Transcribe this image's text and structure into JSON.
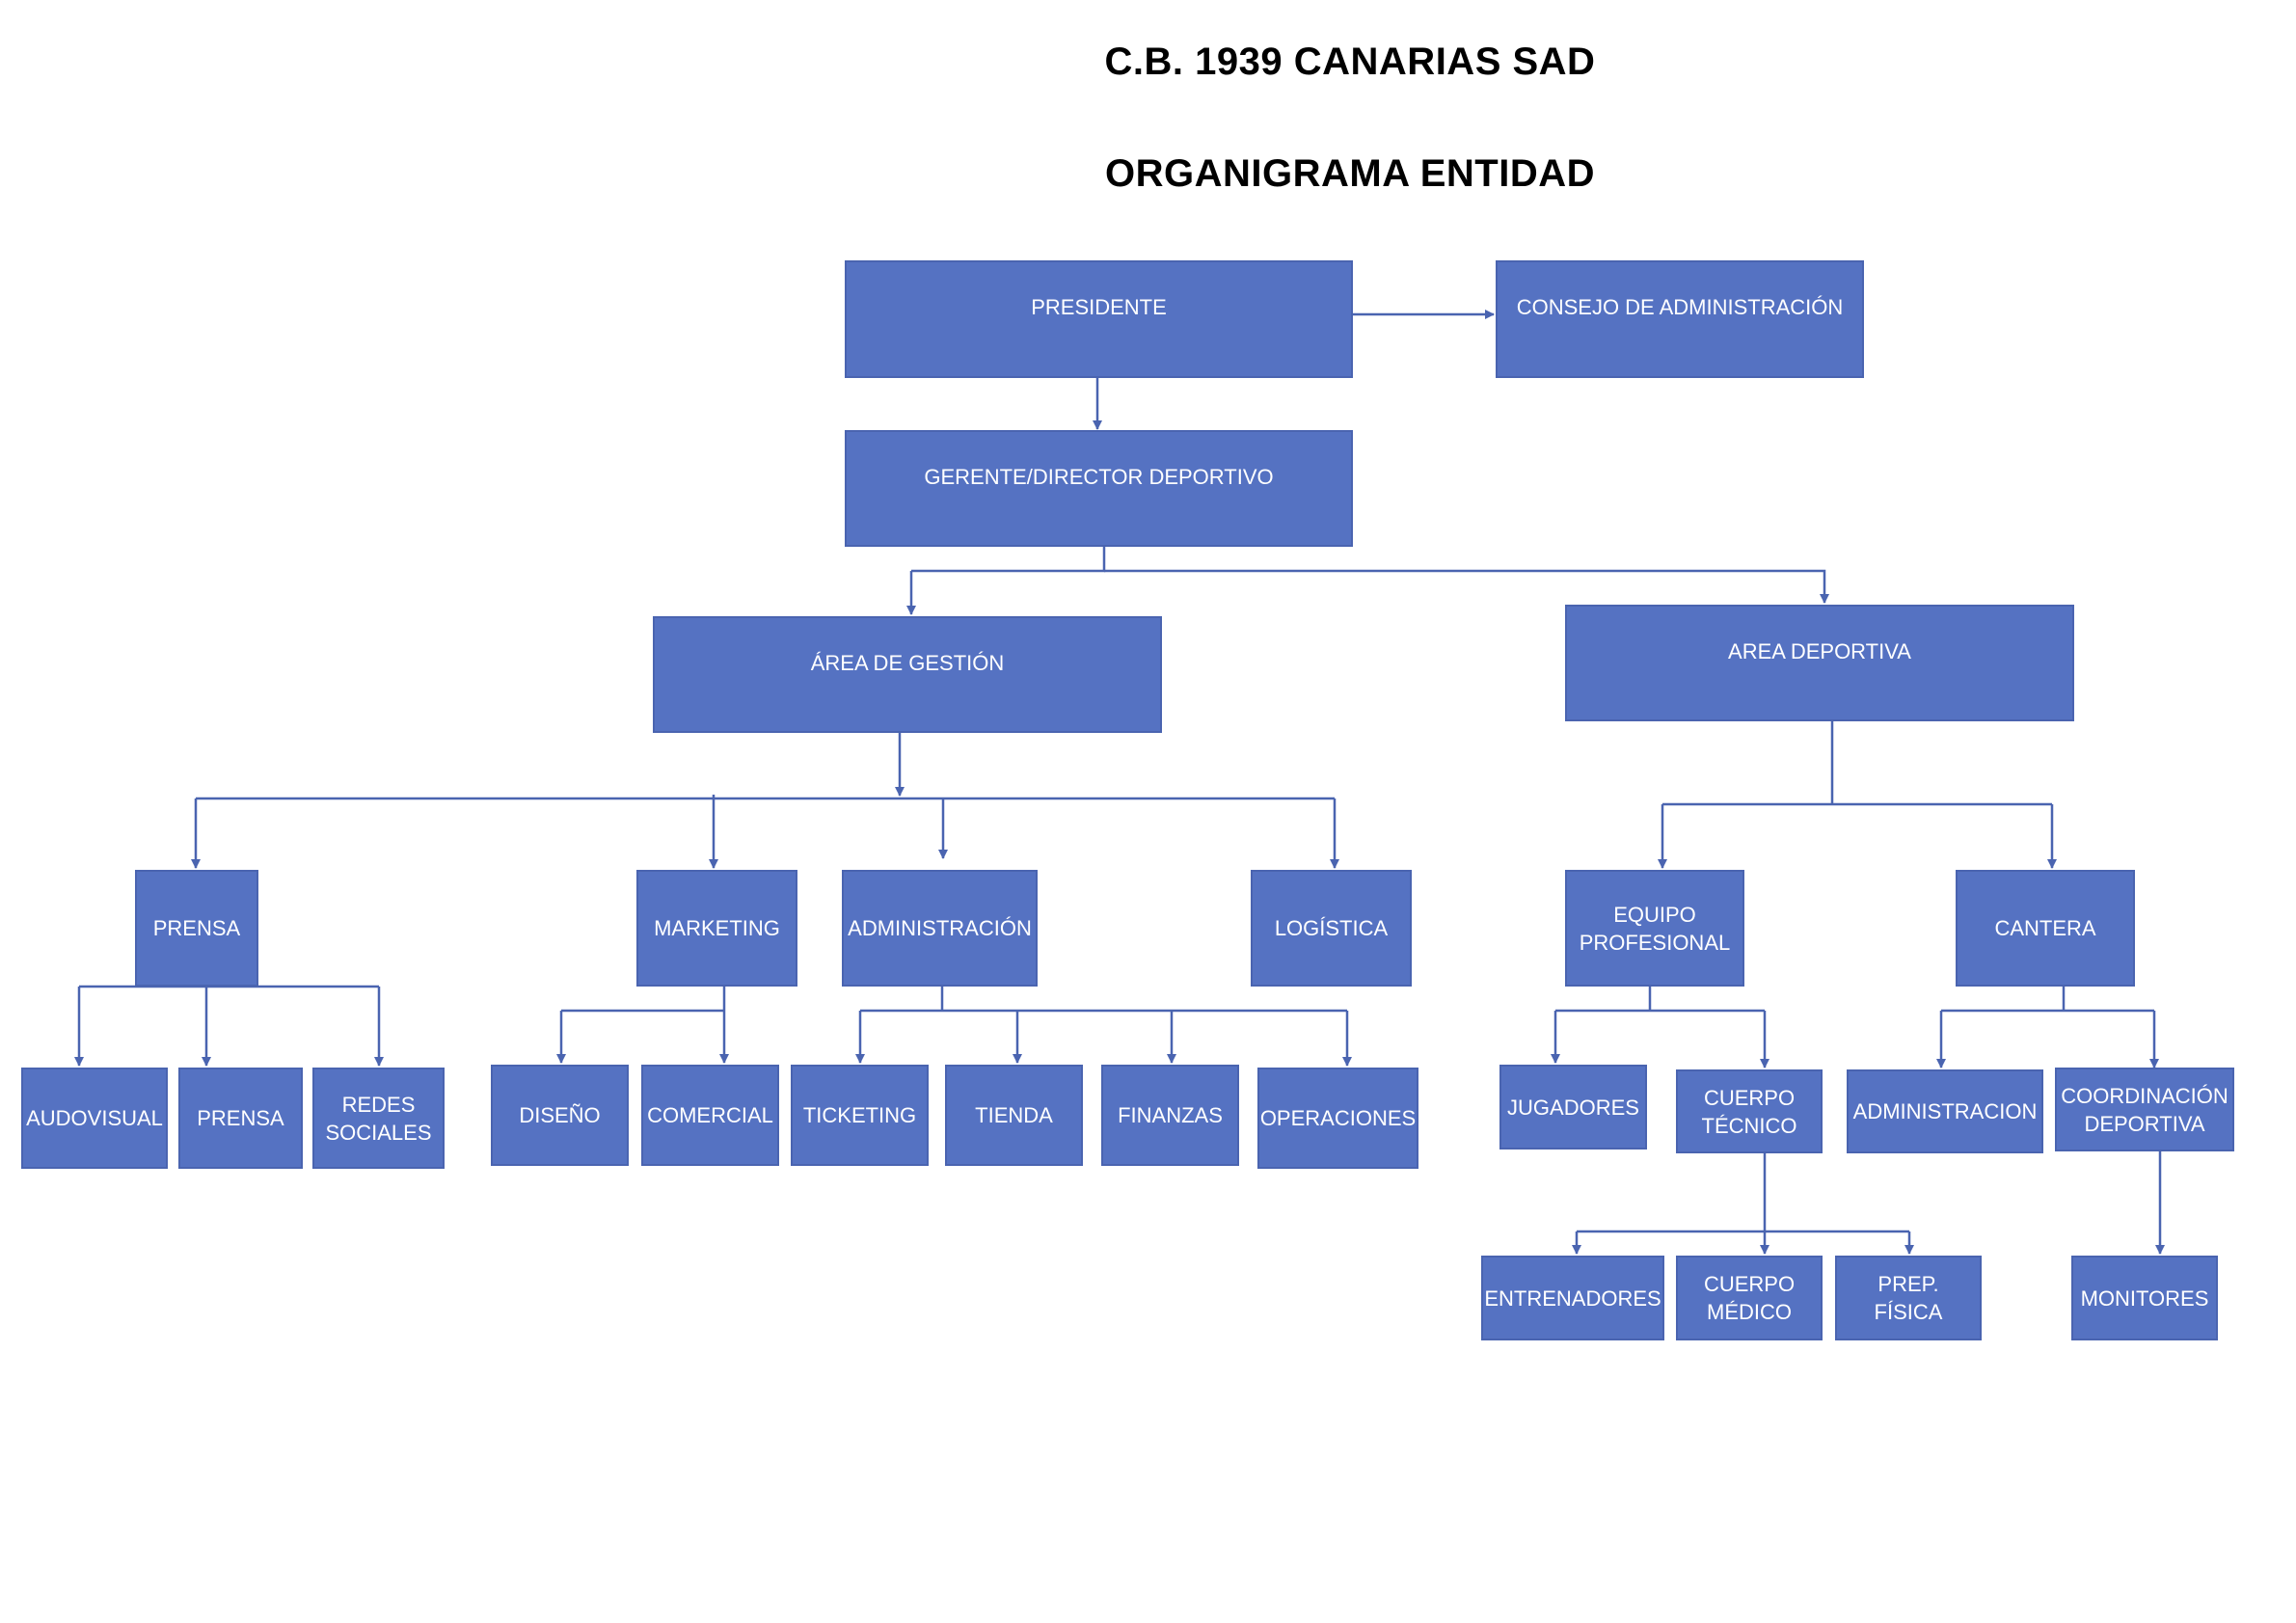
{
  "header": {
    "company": "C.B. 1939 CANARIAS SAD",
    "chart_title": "ORGANIGRAMA ENTIDAD"
  },
  "colors": {
    "box_fill": "#5572C2",
    "box_border": "#4A64B0",
    "connector": "#4A64B0",
    "text": "#FFFFFF"
  },
  "nodes": {
    "presidente": "PRESIDENTE",
    "consejo": "CONSEJO DE ADMINISTRACIÓN",
    "gerente": "GERENTE/DIRECTOR DEPORTIVO",
    "area_gestion": "ÁREA DE GESTIÓN",
    "area_deportiva": "AREA DEPORTIVA",
    "prensa": "PRENSA",
    "marketing": "MARKETING",
    "administracion": "ADMINISTRACIÓN",
    "logistica": "LOGÍSTICA",
    "equipo_profesional": "EQUIPO\nPROFESIONAL",
    "cantera": "CANTERA",
    "audovisual": "AUDOVISUAL",
    "prensa_sub": "PRENSA",
    "redes_sociales": "REDES\nSOCIALES",
    "diseno": "DISEÑO",
    "comercial": "COMERCIAL",
    "ticketing": "TICKETING",
    "tienda": "TIENDA",
    "finanzas": "FINANZAS",
    "operaciones": "OPERACIONES",
    "jugadores": "JUGADORES",
    "cuerpo_tecnico": "CUERPO\nTÉCNICO",
    "administracion_cantera": "ADMINISTRACION",
    "coordinacion_deportiva": "COORDINACIÓN\nDEPORTIVA",
    "entrenadores": "ENTRENADORES",
    "cuerpo_medico": "CUERPO\nMÉDICO",
    "prep_fisica": "PREP.\nFÍSICA",
    "monitores": "MONITORES"
  }
}
